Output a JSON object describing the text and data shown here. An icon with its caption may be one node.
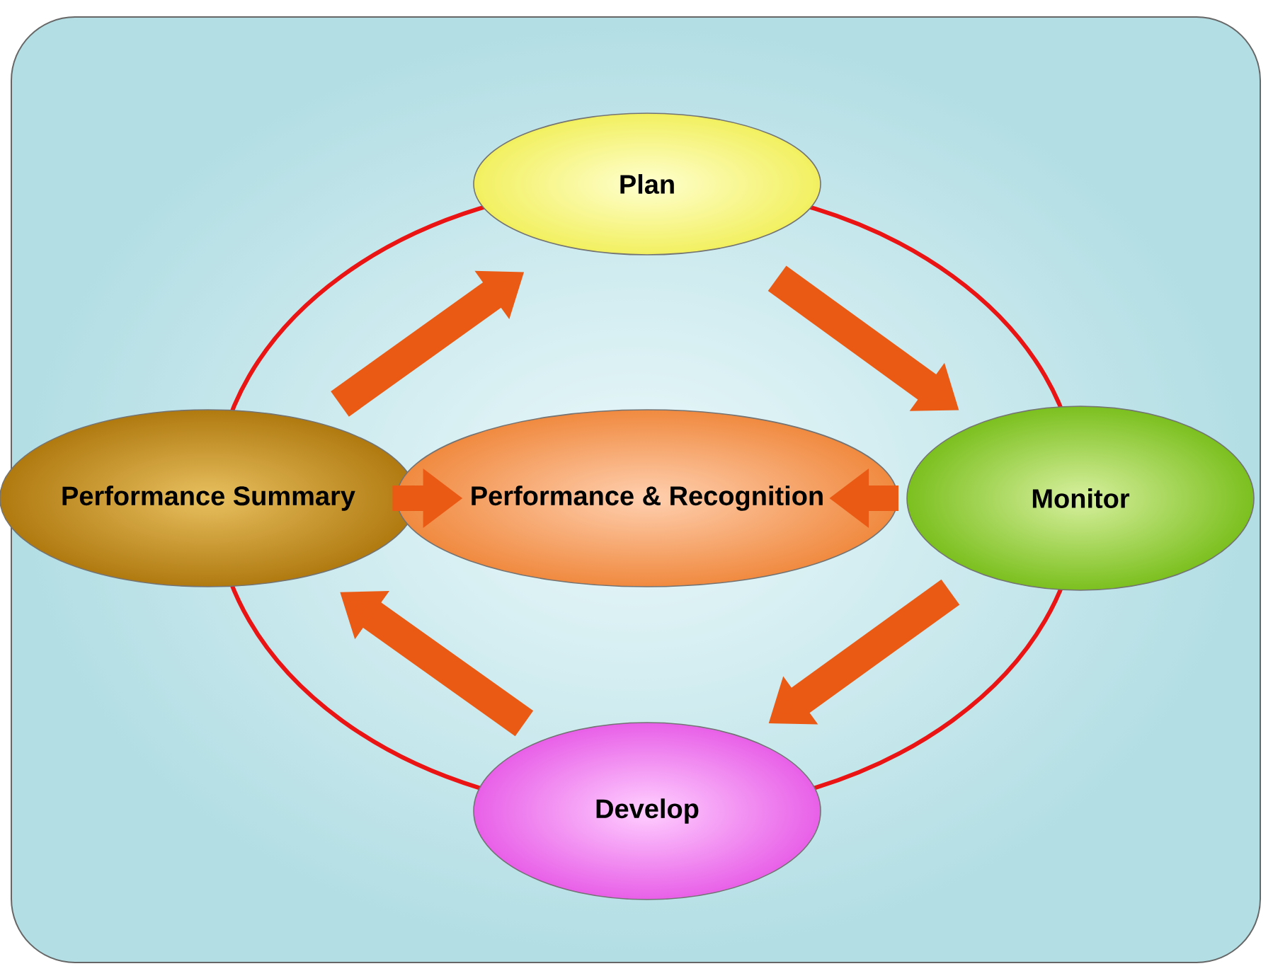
{
  "diagram": {
    "nodes": [
      {
        "text": [
          "Plan"
        ]
      },
      {
        "text": [
          "Monitor"
        ]
      },
      {
        "text": [
          "Develop"
        ]
      },
      {
        "text": [
          "Performance Summary"
        ]
      },
      {
        "text": [
          "Performance & Recognition"
        ]
      }
    ],
    "edges": [
      {
        "from": 0,
        "to": 1,
        "arrow": "to"
      },
      {
        "from": 1,
        "to": 2,
        "arrow": "to"
      },
      {
        "from": 2,
        "to": 3,
        "arrow": "to"
      },
      {
        "from": 3,
        "to": 0,
        "arrow": "to"
      },
      {
        "from": 3,
        "to": 4,
        "arrow": "to"
      },
      {
        "from": 1,
        "to": 4,
        "arrow": "to"
      }
    ]
  }
}
